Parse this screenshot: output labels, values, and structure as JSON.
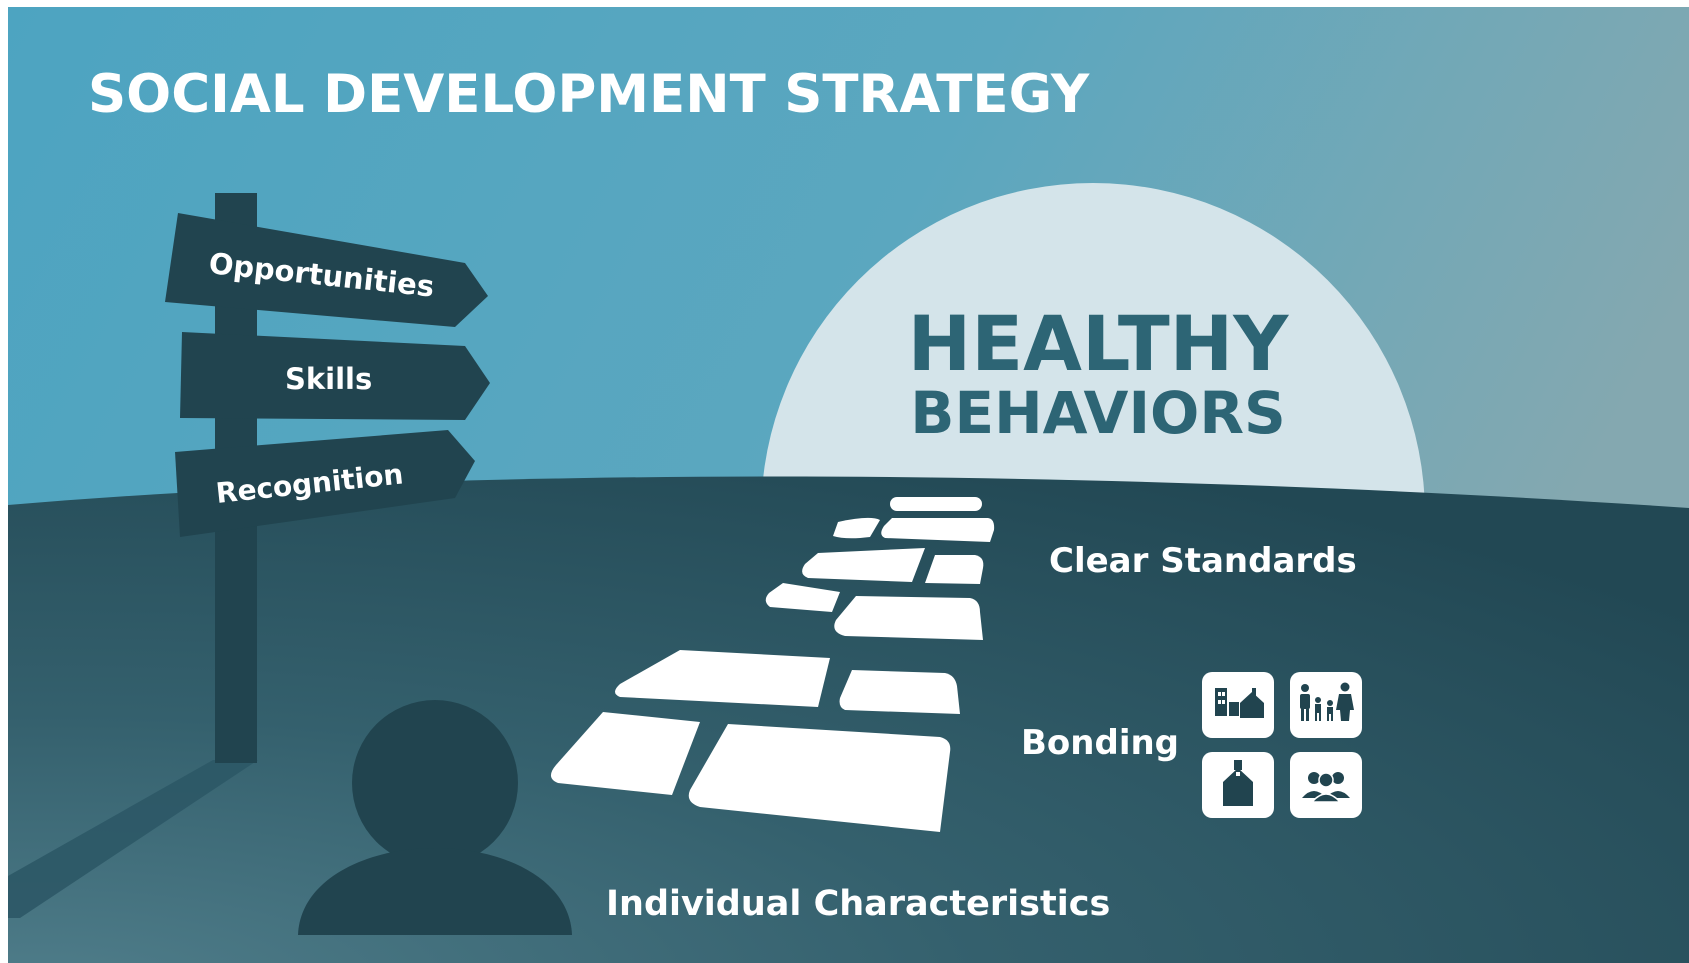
{
  "title": "SOCIAL DEVELOPMENT STRATEGY",
  "signpost": {
    "opportunities": "Opportunities",
    "skills": "Skills",
    "recognition": "Recognition"
  },
  "goal": {
    "line1": "HEALTHY",
    "line2": "BEHAVIORS"
  },
  "labels": {
    "clear_standards": "Clear Standards",
    "bonding": "Bonding",
    "individual": "Individual Characteristics"
  },
  "bonding_icons": [
    "neighborhood-icon",
    "family-icon",
    "school-icon",
    "peers-icon"
  ],
  "colors": {
    "sky_left": "#4ea3c0",
    "sky_right": "#7aa5b0",
    "ground_left": "#3f6b78",
    "ground_right": "#234a55",
    "dark": "#21444f",
    "sun": "#d4e4ea",
    "goal_text": "#2d6575",
    "white": "#ffffff"
  }
}
